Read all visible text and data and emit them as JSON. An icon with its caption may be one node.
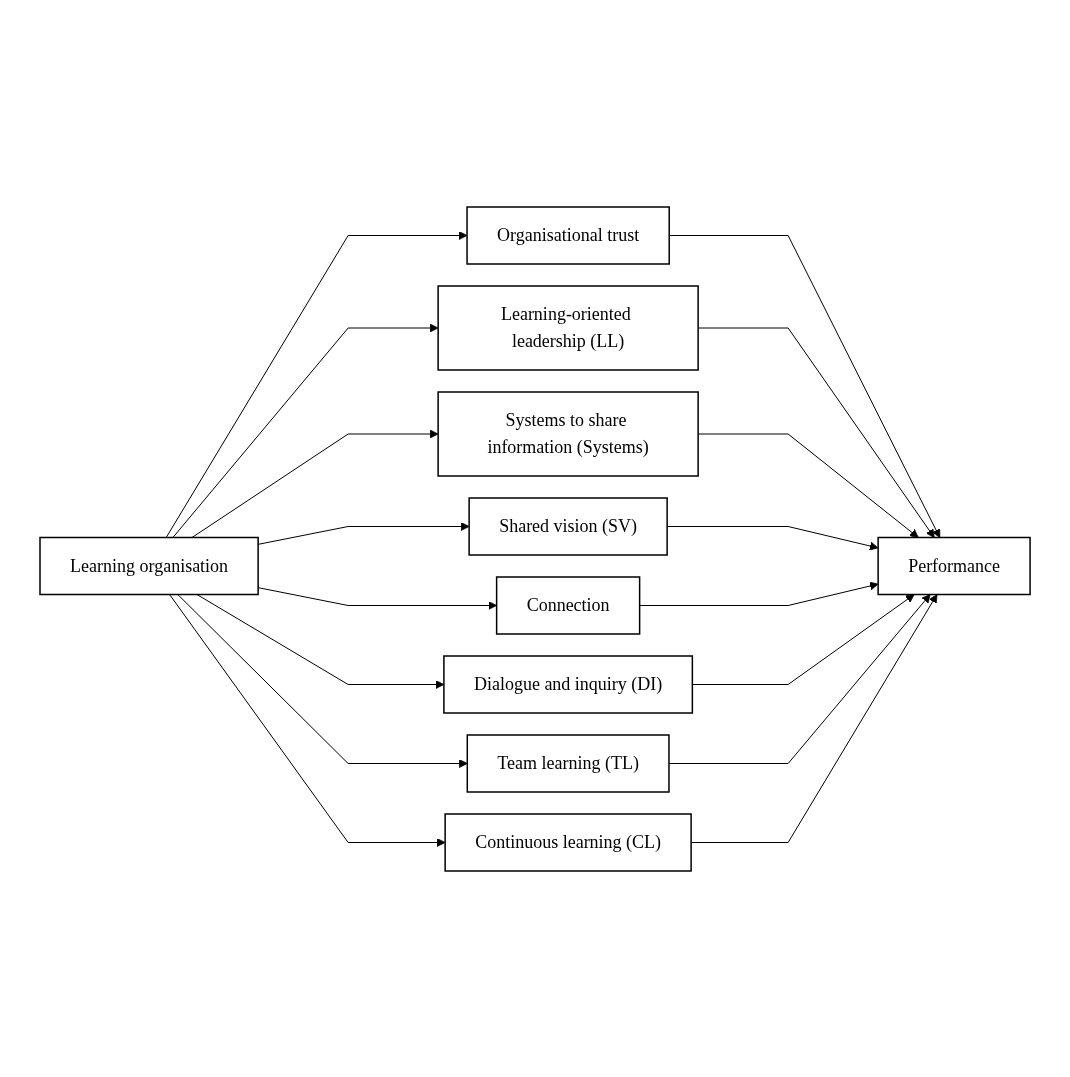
{
  "diagram": {
    "nodes": [
      {
        "text": [
          "Learning organisation"
        ]
      },
      {
        "text": [
          "Organisational trust"
        ]
      },
      {
        "text": [
          "Learning-oriented leadership (LL)"
        ]
      },
      {
        "text": [
          "Systems to share information (Systems)"
        ]
      },
      {
        "text": [
          "Shared vision (SV)"
        ]
      },
      {
        "text": [
          "Connection"
        ]
      },
      {
        "text": [
          "Dialogue and inquiry (DI)"
        ]
      },
      {
        "text": [
          "Team learning (TL)"
        ]
      },
      {
        "text": [
          "Continuous learning (CL)"
        ]
      },
      {
        "text": [
          "Performance"
        ]
      }
    ],
    "edges": [
      {
        "from": 0,
        "to": 1,
        "arrow": "to"
      },
      {
        "from": 0,
        "to": 2,
        "arrow": "to"
      },
      {
        "from": 0,
        "to": 3,
        "arrow": "to"
      },
      {
        "from": 0,
        "to": 4,
        "arrow": "to"
      },
      {
        "from": 0,
        "to": 5,
        "arrow": "to"
      },
      {
        "from": 0,
        "to": 6,
        "arrow": "to"
      },
      {
        "from": 0,
        "to": 7,
        "arrow": "to"
      },
      {
        "from": 0,
        "to": 8,
        "arrow": "to"
      },
      {
        "from": 1,
        "to": 9,
        "arrow": "to"
      },
      {
        "from": 2,
        "to": 9,
        "arrow": "to"
      },
      {
        "from": 3,
        "to": 9,
        "arrow": "to"
      },
      {
        "from": 4,
        "to": 9,
        "arrow": "to"
      },
      {
        "from": 5,
        "to": 9,
        "arrow": "to"
      },
      {
        "from": 6,
        "to": 9,
        "arrow": "to"
      },
      {
        "from": 7,
        "to": 9,
        "arrow": "to"
      },
      {
        "from": 8,
        "to": 9,
        "arrow": "to"
      }
    ]
  }
}
